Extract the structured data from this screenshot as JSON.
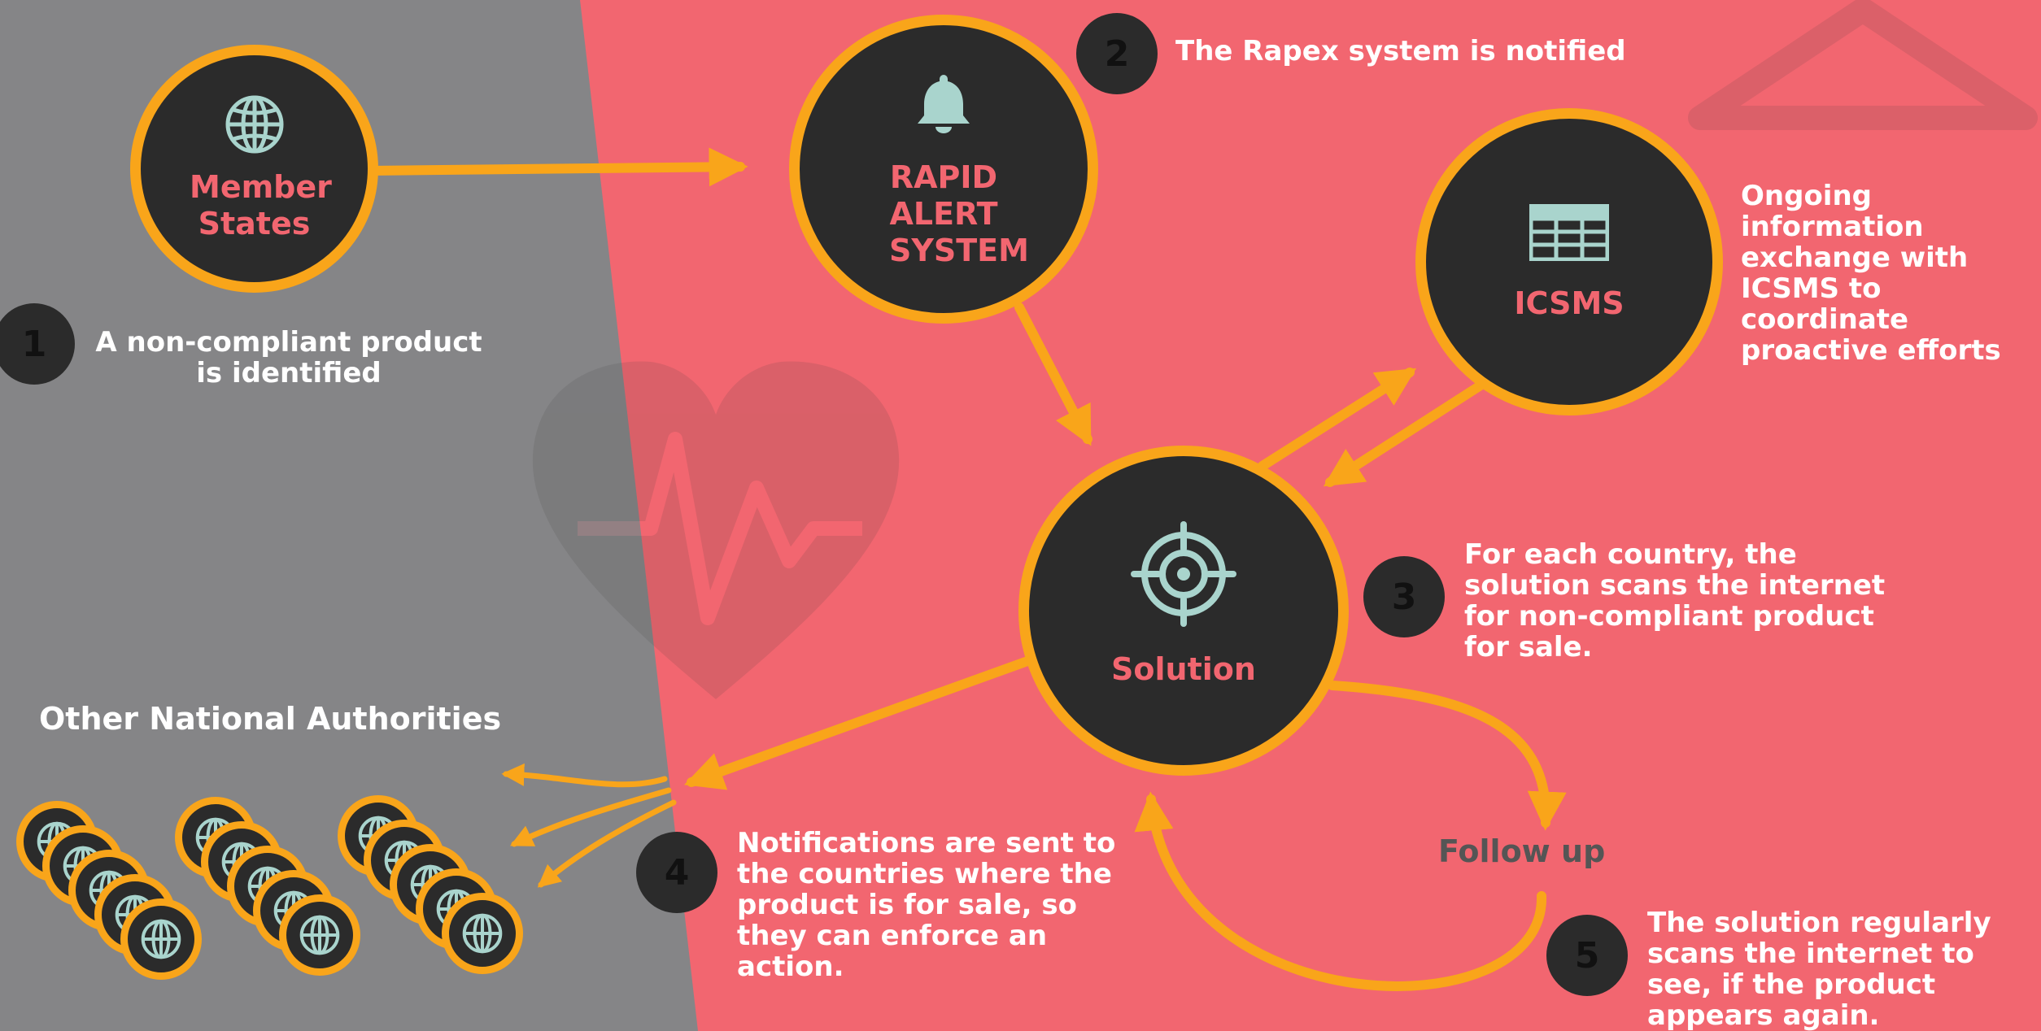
{
  "nodes": {
    "member_states": "Member States",
    "rapid_alert": "RAPID ALERT SYSTEM",
    "icsms": "ICSMS",
    "solution": "Solution",
    "follow_up": "Follow up",
    "other_authorities": "Other National Authorities"
  },
  "steps": [
    {
      "number": "1",
      "text": "A non-compliant product is identified"
    },
    {
      "number": "2",
      "text": "The Rapex system is notified"
    },
    {
      "number": "3",
      "text": "For each country, the solution scans the internet for non-compliant product for sale."
    },
    {
      "number": "4",
      "text": "Notifications are sent to the countries where the product is for sale, so they can enforce an action."
    },
    {
      "number": "5",
      "text": "The solution regularly scans the internet to see, if the product appears again."
    }
  ],
  "icsms_note": "Ongoing information exchange with ICSMS to coordinate proactive efforts",
  "icons": {
    "member_states": "globe-icon",
    "rapid_alert": "bell-icon",
    "icsms": "grid-icon",
    "solution": "target-icon",
    "authority": "globe-icon"
  },
  "colors": {
    "background_left": "#858587",
    "background_right": "#f26670",
    "node_fill": "#2b2b2b",
    "node_border": "#f9a51a",
    "node_text": "#f26670",
    "arrow": "#f9a51a",
    "icon": "#a9d4cd"
  }
}
